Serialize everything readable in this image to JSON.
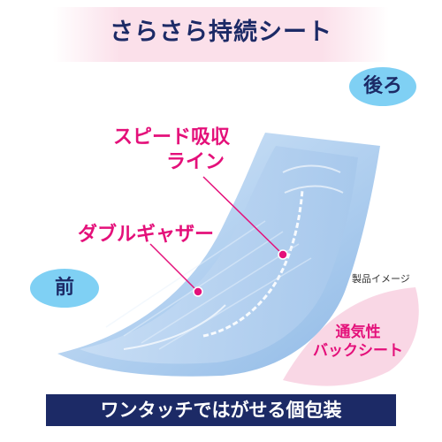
{
  "title": "さらさら持続シート",
  "labels": {
    "back": "後ろ",
    "front": "前",
    "speed_absorb_1": "スピード吸収",
    "speed_absorb_2": "ライン",
    "double_gather": "ダブルギャザー",
    "product_image_note": "製品イメージ",
    "breathable_1": "通気性",
    "breathable_2": "バックシート"
  },
  "bottom_banner": "ワンタッチではがせる個包装",
  "colors": {
    "navy": "#1c2a66",
    "pink": "#e4107a",
    "light_blue": "#7fd0f4",
    "pad_blue": "#b7d4f2"
  }
}
